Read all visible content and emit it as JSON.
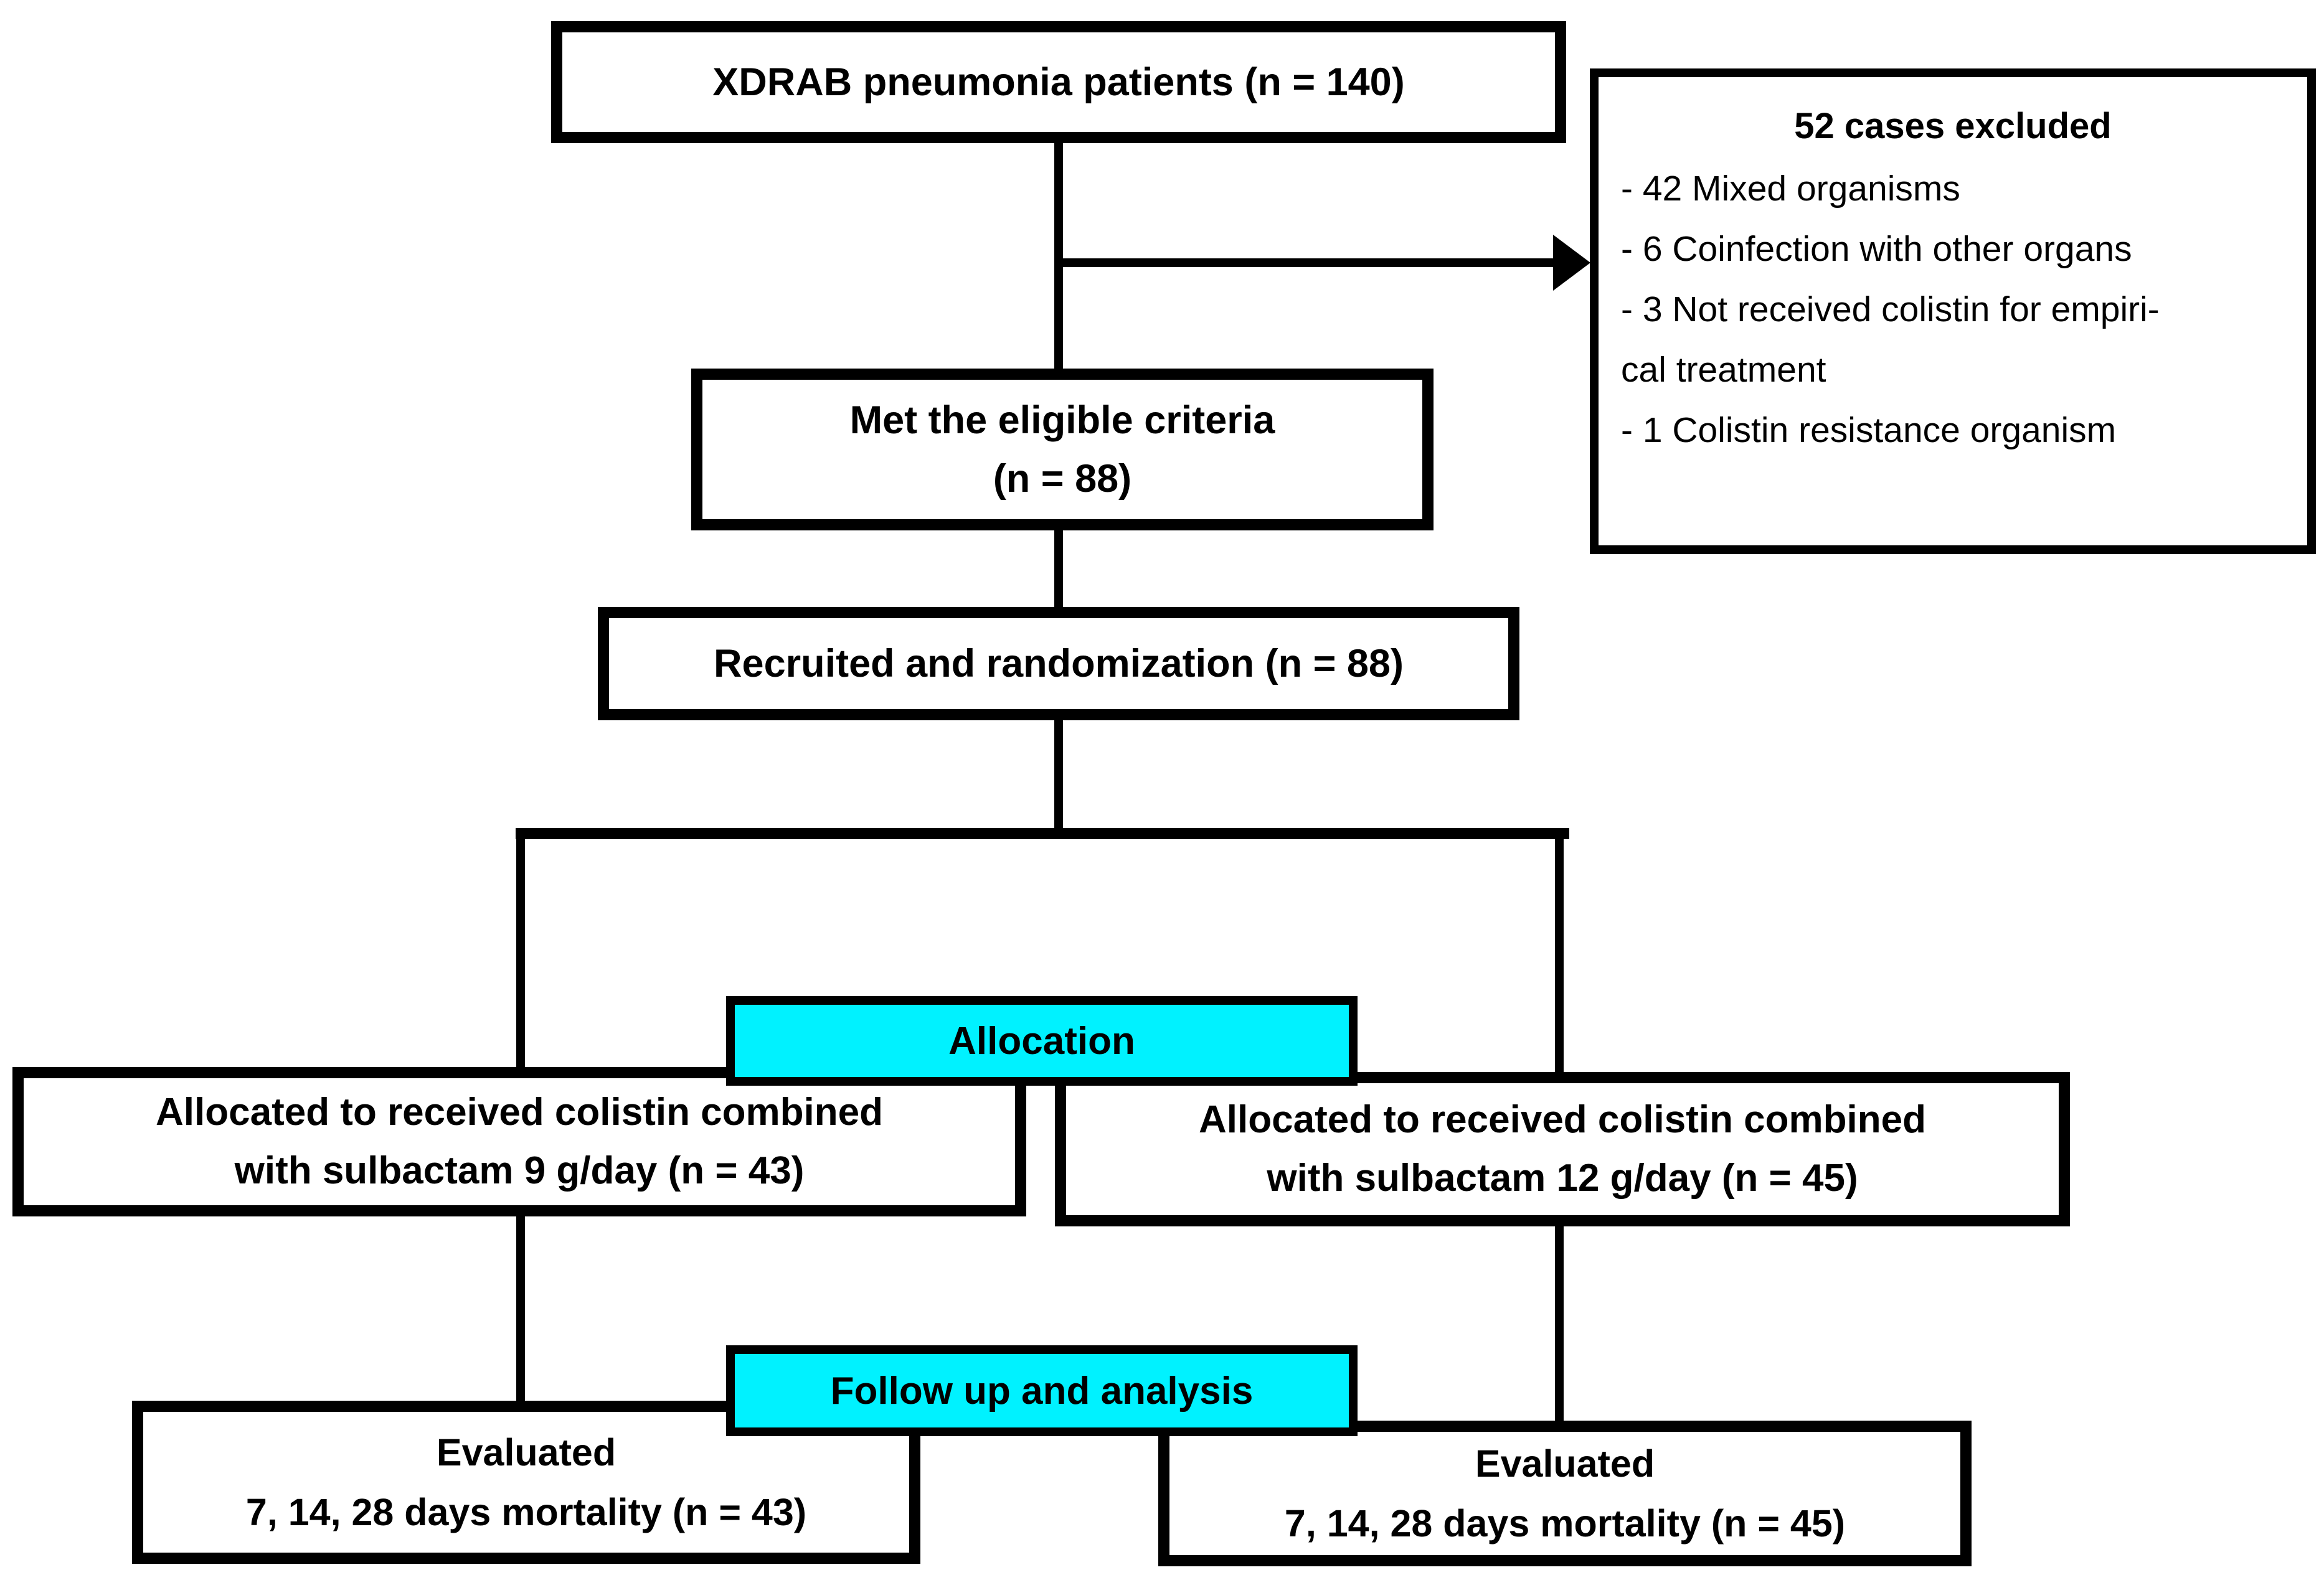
{
  "colors": {
    "accent": "#00f2ff",
    "ink": "#000000",
    "paper": "#ffffff"
  },
  "flowchart": {
    "patients_box": {
      "label": "XDRAB pneumonia patients (n = 140)"
    },
    "excluded_box": {
      "title": "52 cases excluded",
      "items": [
        "- 42 Mixed organisms",
        "- 6 Coinfection with other organs",
        "- 3 Not received colistin for empiri-",
        "cal treatment",
        "- 1 Colistin resistance organism"
      ]
    },
    "eligible_box": {
      "line1": "Met the eligible criteria",
      "line2": "(n = 88)"
    },
    "recruited_box": {
      "label": "Recruited and randomization (n = 88)"
    },
    "allocation_banner": {
      "label": "Allocation"
    },
    "alloc_left_box": {
      "line1": "Allocated to received colistin combined",
      "line2": "with sulbactam 9 g/day (n = 43)"
    },
    "alloc_right_box": {
      "line1": "Allocated to received colistin combined",
      "line2": "with sulbactam 12 g/day (n = 45)"
    },
    "followup_banner": {
      "label": "Follow up and analysis"
    },
    "eval_left_box": {
      "line1": "Evaluated",
      "line2": "7, 14, 28 days mortality (n = 43)"
    },
    "eval_right_box": {
      "line1": "Evaluated",
      "line2": "7, 14, 28 days mortality (n = 45)"
    }
  }
}
